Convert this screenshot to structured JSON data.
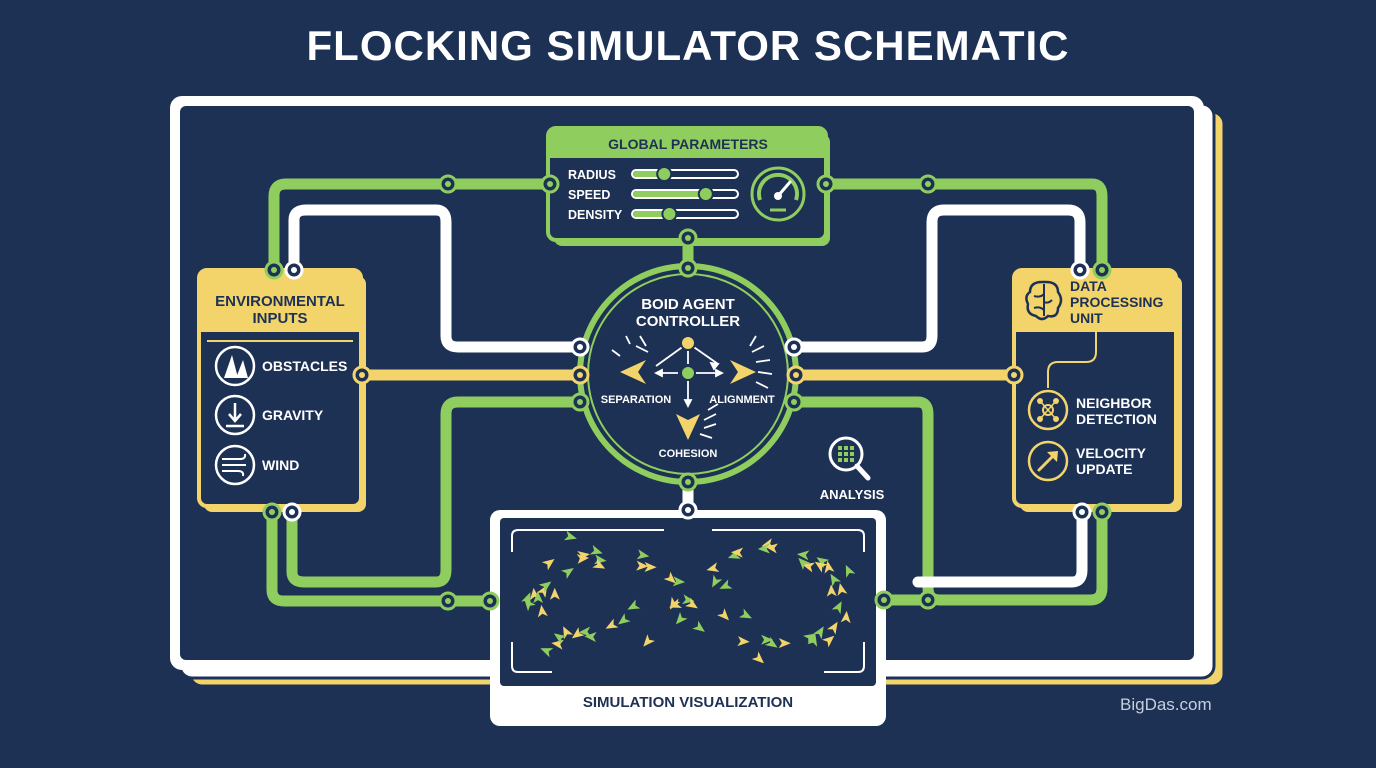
{
  "title": "FLOCKING SIMULATOR SCHEMATIC",
  "global_parameters": {
    "title": "GLOBAL PARAMETERS",
    "sliders": [
      {
        "label": "RADIUS",
        "value": 0.3
      },
      {
        "label": "SPEED",
        "value": 0.7
      },
      {
        "label": "DENSITY",
        "value": 0.35
      }
    ],
    "icon": "gauge-icon"
  },
  "environmental_inputs": {
    "title_line1": "ENVIRONMENTAL",
    "title_line2": "INPUTS",
    "items": [
      {
        "label": "OBSTACLES",
        "icon": "obstacles-icon"
      },
      {
        "label": "GRAVITY",
        "icon": "gravity-icon"
      },
      {
        "label": "WIND",
        "icon": "wind-icon"
      }
    ]
  },
  "boid_controller": {
    "title_line1": "BOID AGENT",
    "title_line2": "CONTROLLER",
    "separation": "SEPARATION",
    "alignment": "ALIGNMENT",
    "cohesion": "COHESION"
  },
  "data_processing": {
    "title_line1": "DATA",
    "title_line2": "PROCESSING",
    "title_line3": "UNIT",
    "icon": "brain-icon",
    "items": [
      {
        "line1": "NEIGHBOR",
        "line2": "DETECTION",
        "icon": "network-icon"
      },
      {
        "line1": "VELOCITY",
        "line2": "UPDATE",
        "icon": "arrow-icon"
      }
    ]
  },
  "analysis": {
    "label": "ANALYSIS",
    "icon": "magnifier-grid-icon"
  },
  "simulation": {
    "label": "SIMULATION VISUALIZATION"
  },
  "watermark": "BigDas.com",
  "colors": {
    "background": "#1d3155",
    "green": "#8fce5e",
    "yellow": "#f3d46b",
    "white": "#ffffff"
  }
}
